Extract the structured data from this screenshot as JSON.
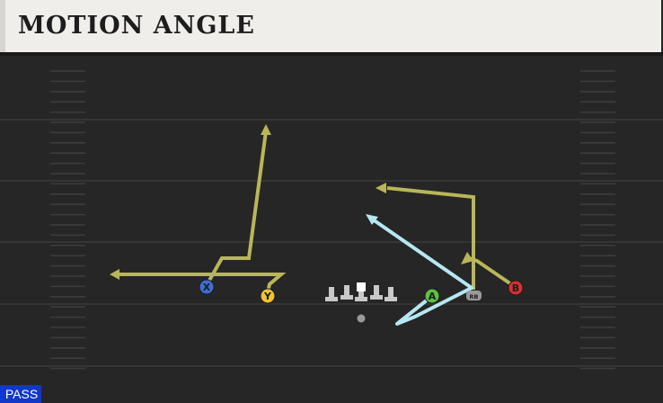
{
  "play": {
    "title": "MOTION ANGLE",
    "play_type": "PASS"
  },
  "receivers": [
    {
      "id": "x",
      "label": "X",
      "color": "#3c6fd8"
    },
    {
      "id": "y",
      "label": "Y",
      "color": "#f0c238"
    },
    {
      "id": "a",
      "label": "A",
      "color": "#5ec142"
    },
    {
      "id": "b",
      "label": "B",
      "color": "#d63030"
    }
  ],
  "running_back": {
    "label": "RB",
    "color": "#9a9a9a"
  },
  "route_colors": {
    "primary": "#b9b65a",
    "motion": "#b6e7f2"
  },
  "field_colors": {
    "turf": "#262626",
    "yard_line": "#3a3a3a",
    "hash": "#3d3d3d",
    "lineman": "#c9c9c9",
    "center": "#ffffff",
    "qb": "#9a9a9a"
  }
}
